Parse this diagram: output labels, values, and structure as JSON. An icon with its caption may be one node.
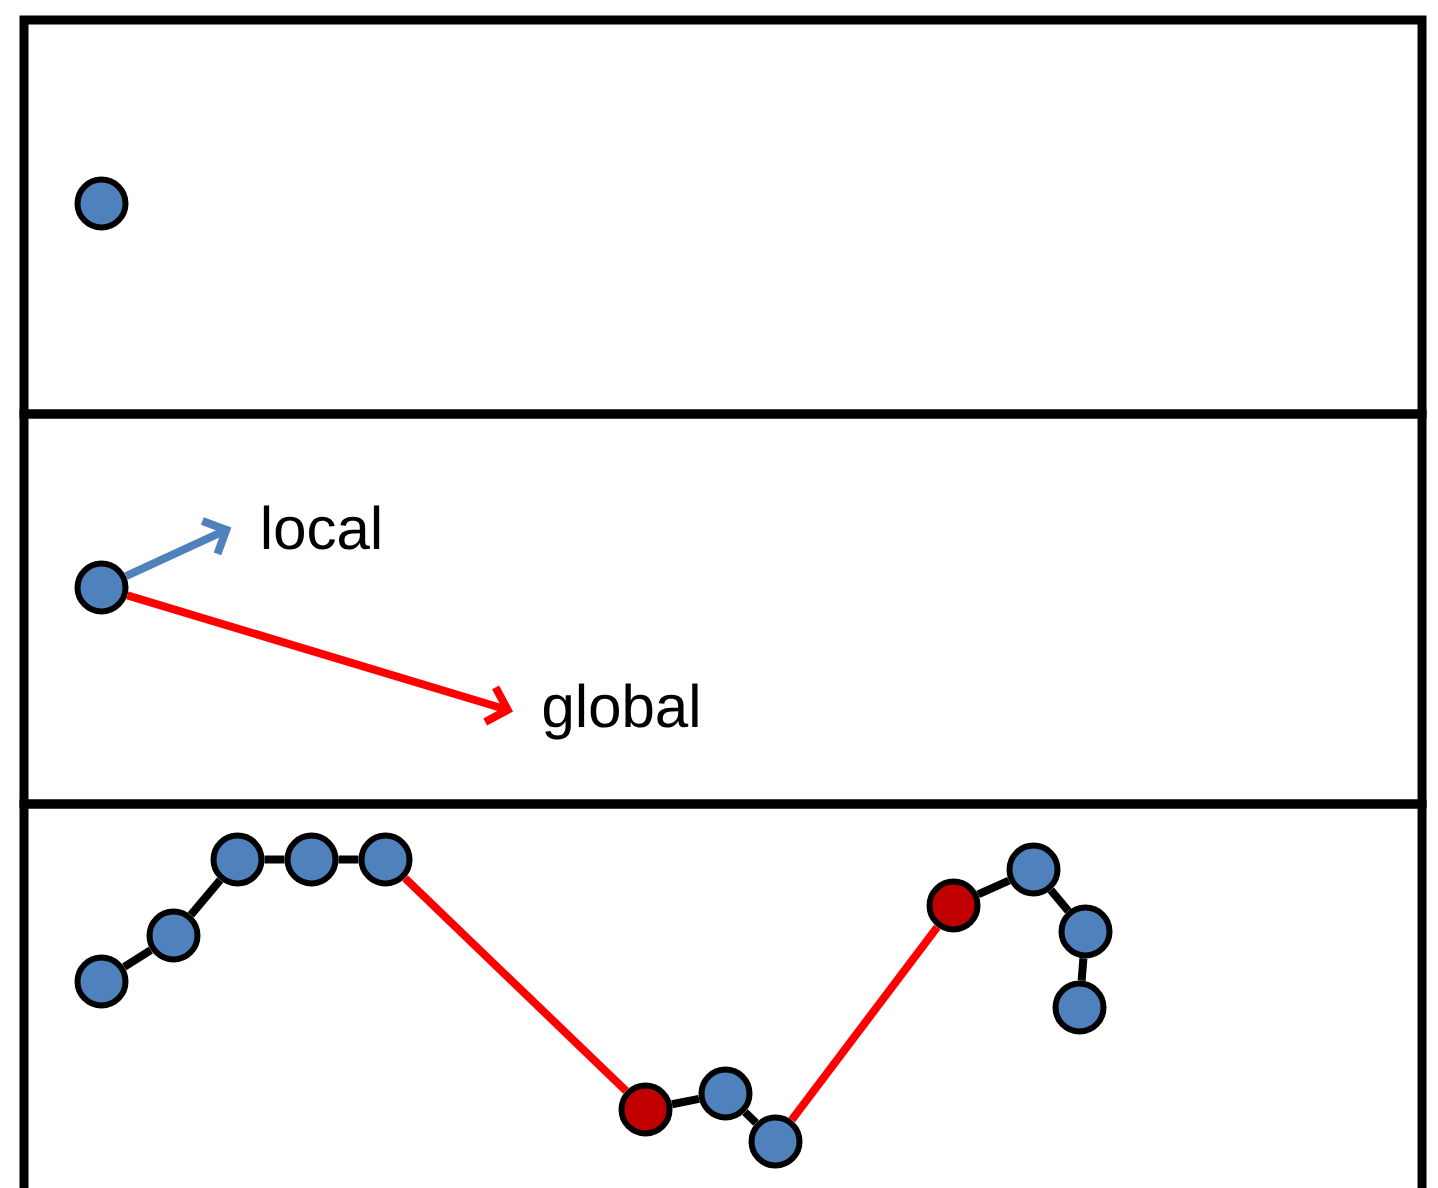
{
  "diagram": {
    "nodes": [
      {
        "text": [],
        "shape": "box"
      },
      {
        "text": [],
        "shape": "circle",
        "in": 0
      },
      {
        "text": [],
        "shape": "box"
      },
      {
        "text": [],
        "shape": "circle",
        "in": 2
      },
      {
        "text": [
          "local"
        ],
        "in": 2
      },
      {
        "text": [
          "global"
        ],
        "in": 2
      },
      {
        "text": [],
        "shape": "box"
      },
      {
        "text": [],
        "shape": "circle",
        "in": 6
      },
      {
        "text": [],
        "shape": "circle",
        "in": 6
      },
      {
        "text": [],
        "shape": "circle",
        "in": 6
      },
      {
        "text": [],
        "shape": "circle",
        "in": 6
      },
      {
        "text": [],
        "shape": "circle",
        "in": 6
      },
      {
        "text": [],
        "shape": "circle",
        "in": 6
      },
      {
        "text": [],
        "shape": "circle",
        "in": 6
      },
      {
        "text": [],
        "shape": "circle",
        "in": 6
      },
      {
        "text": [],
        "shape": "circle",
        "in": 6
      },
      {
        "text": [],
        "shape": "circle",
        "in": 6
      },
      {
        "text": [],
        "shape": "circle",
        "in": 6
      },
      {
        "text": [],
        "shape": "circle",
        "in": 6
      }
    ],
    "edges": [
      {
        "from": 3,
        "to": 4,
        "arrow": "to",
        "color": "#4f81bd"
      },
      {
        "from": 3,
        "to": 5,
        "arrow": "to",
        "color": "#ff0000"
      },
      {
        "from": 7,
        "to": 8,
        "arrow": "none"
      },
      {
        "from": 8,
        "to": 9,
        "arrow": "none"
      },
      {
        "from": 9,
        "to": 10,
        "arrow": "none"
      },
      {
        "from": 10,
        "to": 11,
        "arrow": "none"
      },
      {
        "from": 11,
        "to": 12,
        "arrow": "none",
        "color": "#ff0000"
      },
      {
        "from": 12,
        "to": 13,
        "arrow": "none"
      },
      {
        "from": 13,
        "to": 14,
        "arrow": "none"
      },
      {
        "from": 14,
        "to": 15,
        "arrow": "none",
        "color": "#ff0000"
      },
      {
        "from": 15,
        "to": 16,
        "arrow": "none"
      },
      {
        "from": 16,
        "to": 17,
        "arrow": "none"
      },
      {
        "from": 17,
        "to": 18,
        "arrow": "none"
      }
    ]
  }
}
